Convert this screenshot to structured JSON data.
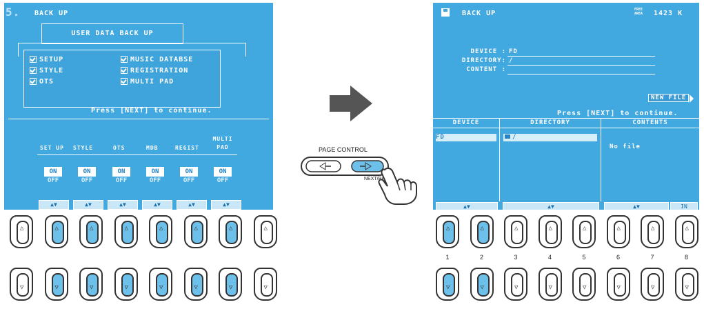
{
  "left_screen": {
    "page_number": "5.",
    "title": "BACK UP",
    "box_title": "USER DATA BACK UP",
    "checkboxes": [
      "SETUP",
      "STYLE",
      "OTS",
      "MUSIC DATABSE",
      "REGISTRATION",
      "MULTI PAD"
    ],
    "continue_text": "Press [NEXT] to continue.",
    "columns": [
      {
        "label": "SET UP",
        "on": "ON",
        "off": "OFF"
      },
      {
        "label": "STYLE",
        "on": "ON",
        "off": "OFF"
      },
      {
        "label": "OTS",
        "on": "ON",
        "off": "OFF"
      },
      {
        "label": "MDB",
        "on": "ON",
        "off": "OFF"
      },
      {
        "label": "REGIST",
        "on": "ON",
        "off": "OFF"
      },
      {
        "label": "MULTI PAD",
        "on": "ON",
        "off": "OFF"
      }
    ]
  },
  "page_control": {
    "label": "PAGE CONTROL",
    "next_label": "NEXT/BACK"
  },
  "right_screen": {
    "title": "BACK UP",
    "free_label": "FREE AREA",
    "free_value": "1423 K",
    "fields": [
      {
        "label": "DEVICE :",
        "value": "FD"
      },
      {
        "label": "DIRECTORY:",
        "value": "/"
      },
      {
        "label": "CONTENT :",
        "value": ""
      }
    ],
    "new_file": "NEW FILE",
    "continue_text": "Press [NEXT] to continue.",
    "headers": [
      "DEVICE",
      "DIRECTORY",
      "CONTENTS"
    ],
    "device_item": "FD",
    "directory_item": "/",
    "contents_text": "No file",
    "in_label": "IN"
  },
  "right_button_numbers": [
    "1",
    "2",
    "3",
    "4",
    "5",
    "6",
    "7",
    "8"
  ],
  "colors": {
    "screen": "#41a8e0",
    "key_highlight": "#6cc0ea"
  }
}
